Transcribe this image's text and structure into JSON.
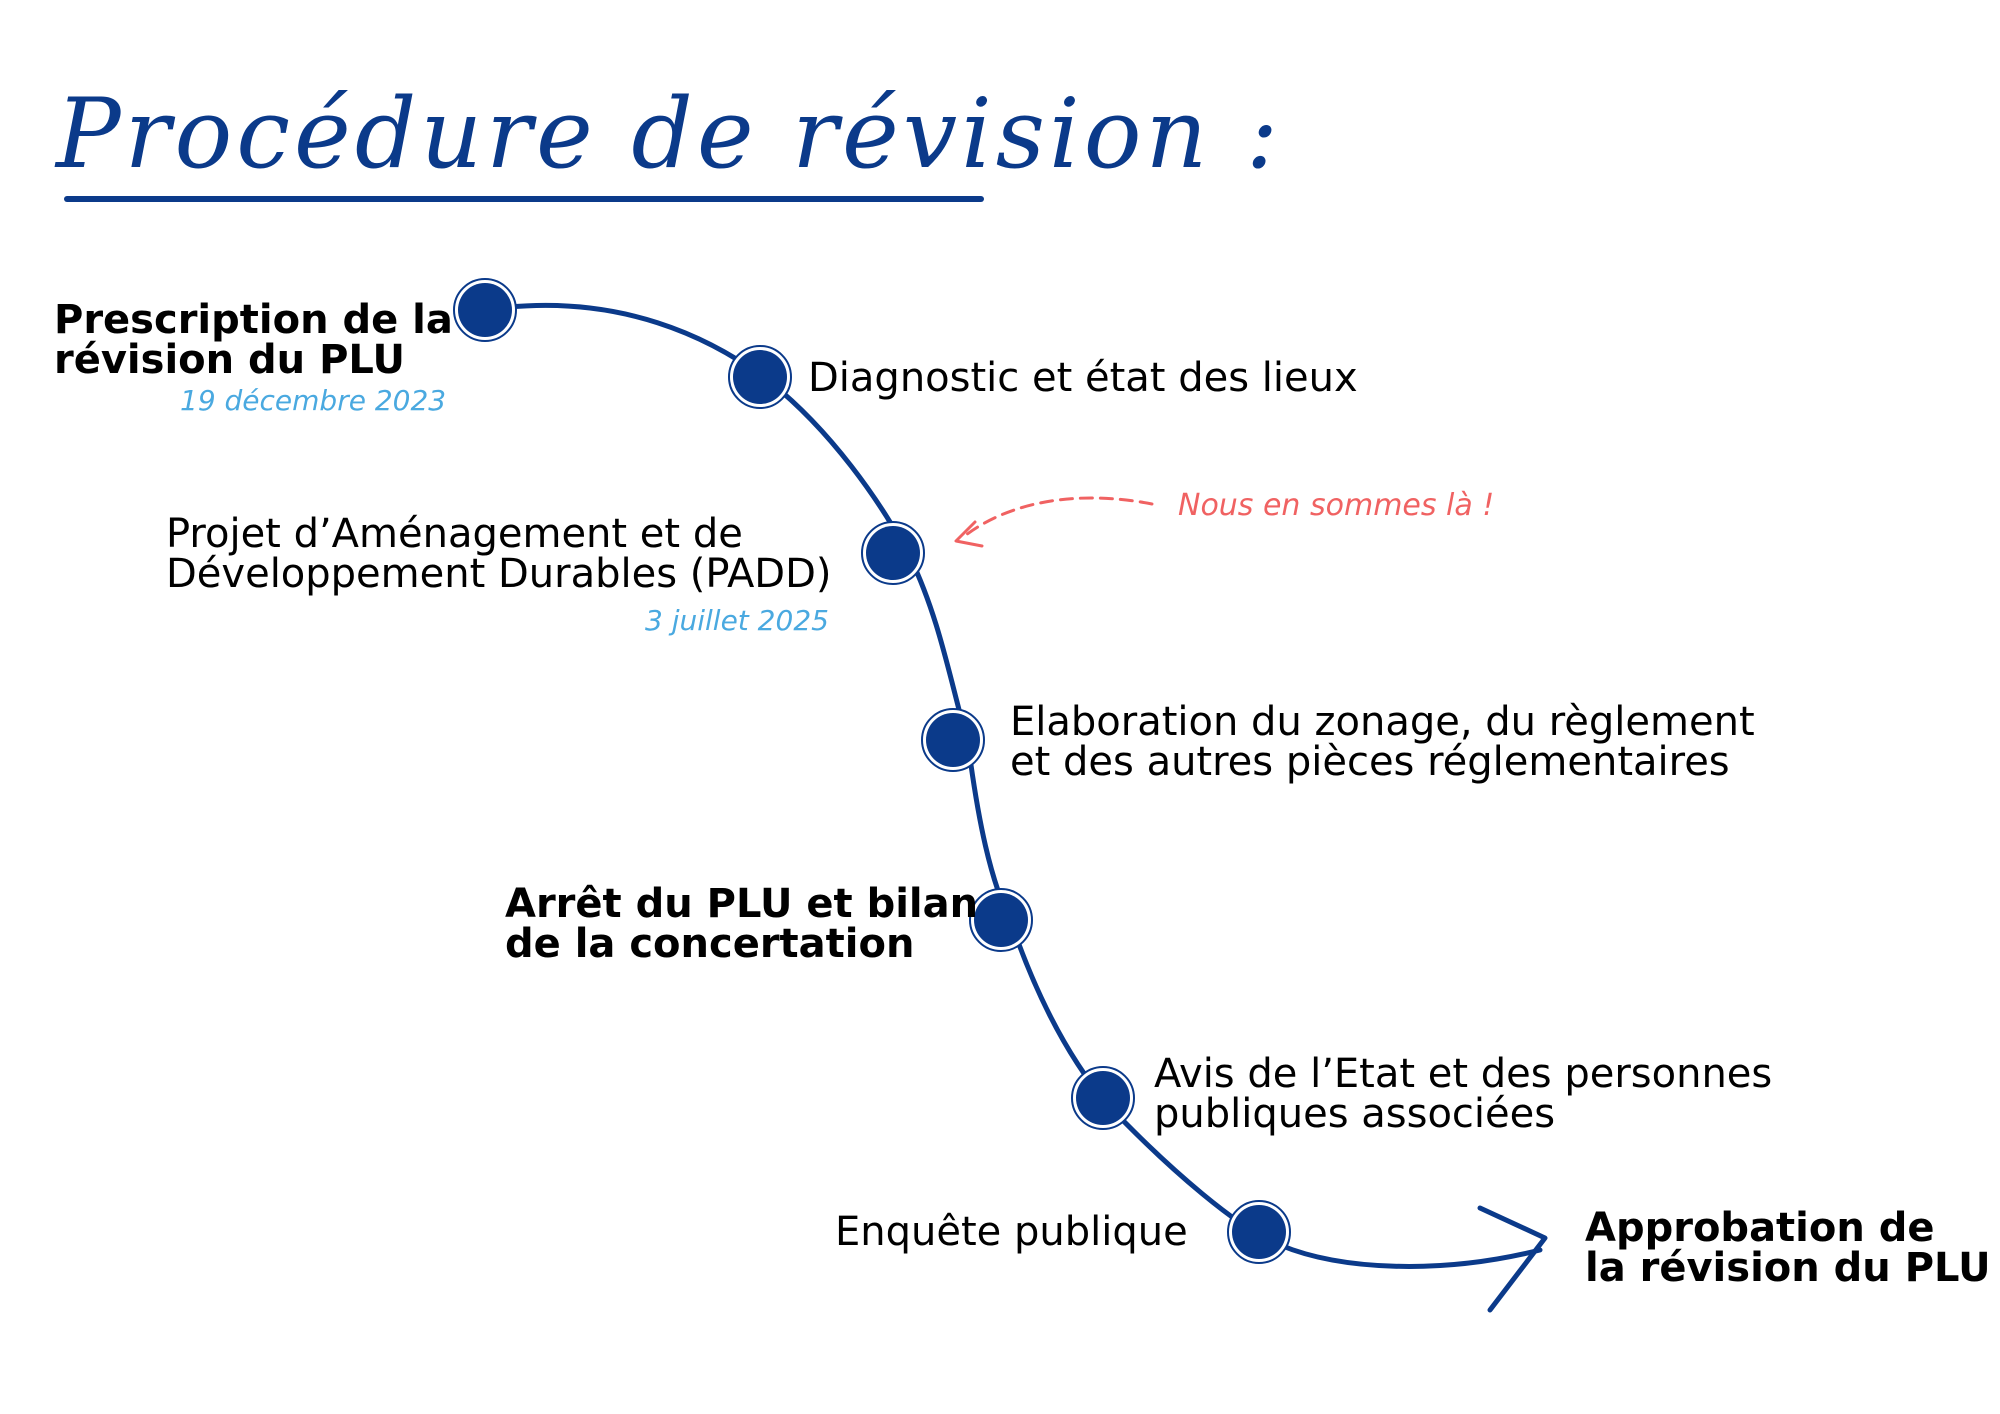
{
  "title": "Procédure de révision :",
  "steps": [
    {
      "label_lines": [
        "Prescription de la",
        "révision du PLU"
      ],
      "date": "19 décembre 2023"
    },
    {
      "label_lines": [
        "Diagnostic et état des lieux"
      ]
    },
    {
      "label_lines": [
        "Projet d’Aménagement et de",
        "Développement Durables (PADD)"
      ],
      "date": "3 juillet 2025"
    },
    {
      "label_lines": [
        "Elaboration du zonage, du règlement",
        "et des autres pièces réglementaires"
      ]
    },
    {
      "label_lines": [
        "Arrêt du PLU et bilan",
        "de la concertation"
      ]
    },
    {
      "label_lines": [
        "Avis de l’Etat et des personnes",
        "publiques associées"
      ]
    },
    {
      "label_lines": [
        "Enquête publique"
      ]
    },
    {
      "label_lines": [
        "Approbation de",
        "la révision du PLU"
      ]
    }
  ],
  "current_marker": "Nous en sommes là !",
  "colors": {
    "path": "#0b3a8a",
    "node": "#0b3a8a",
    "date": "#4aa9e0",
    "marker": "#f06262",
    "title": "#0b3a8a"
  }
}
